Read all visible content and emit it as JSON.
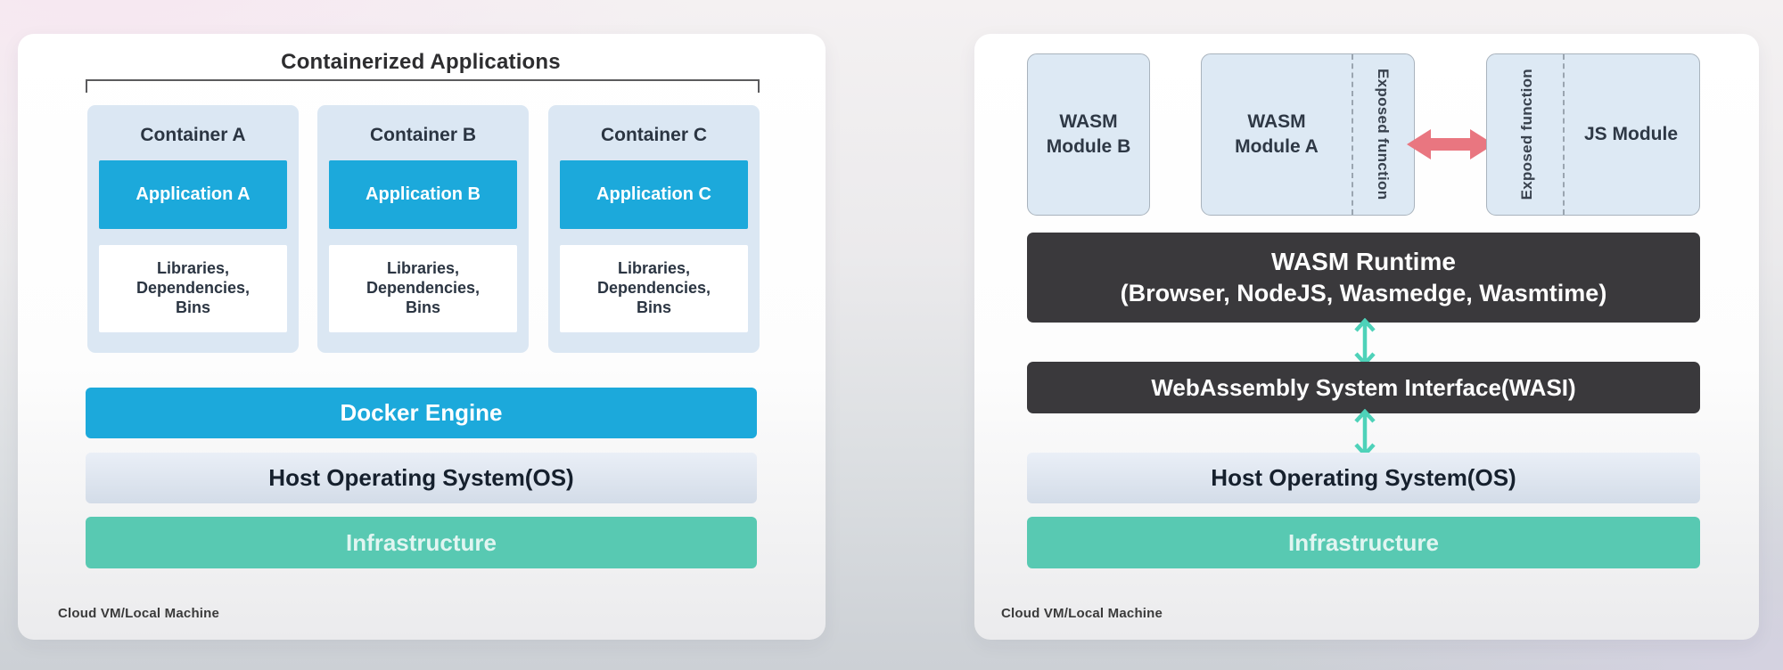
{
  "left_panel": {
    "title": "Containerized Applications",
    "containers": [
      {
        "name": "Container A",
        "app": "Application A",
        "libs_lines": [
          "Libraries,",
          "Dependencies,",
          "Bins"
        ]
      },
      {
        "name": "Container B",
        "app": "Application B",
        "libs_lines": [
          "Libraries,",
          "Dependencies,",
          "Bins"
        ]
      },
      {
        "name": "Container C",
        "app": "Application C",
        "libs_lines": [
          "Libraries,",
          "Dependencies,",
          "Bins"
        ]
      }
    ],
    "layers": {
      "docker": "Docker Engine",
      "host_os": "Host Operating System(OS)",
      "infrastructure": "Infrastructure"
    },
    "footer": "Cloud VM/Local Machine"
  },
  "right_panel": {
    "module_b": {
      "line1": "WASM",
      "line2": "Module B"
    },
    "module_a": {
      "line1": "WASM",
      "line2": "Module A",
      "exposed": "Exposed function"
    },
    "js_module": {
      "label": "JS Module",
      "exposed": "Exposed function"
    },
    "runtime": {
      "line1": "WASM Runtime",
      "line2": "(Browser, NodeJS, Wasmedge, Wasmtime)"
    },
    "wasi": "WebAssembly System Interface(WASI)",
    "host_os": "Host Operating System(OS)",
    "infrastructure": "Infrastructure",
    "footer": "Cloud VM/Local Machine"
  },
  "colors": {
    "accent_blue": "#1ca9db",
    "container_fill": "#dbe7f3",
    "module_fill": "#dde9f4",
    "dark_box": "#3a393c",
    "teal_bar": "#58c9b2",
    "teal_arrow": "#4ed2b9",
    "red_arrow": "#e97680",
    "host_os_top": "#eaeff7",
    "host_os_bottom": "#d3dce8"
  }
}
